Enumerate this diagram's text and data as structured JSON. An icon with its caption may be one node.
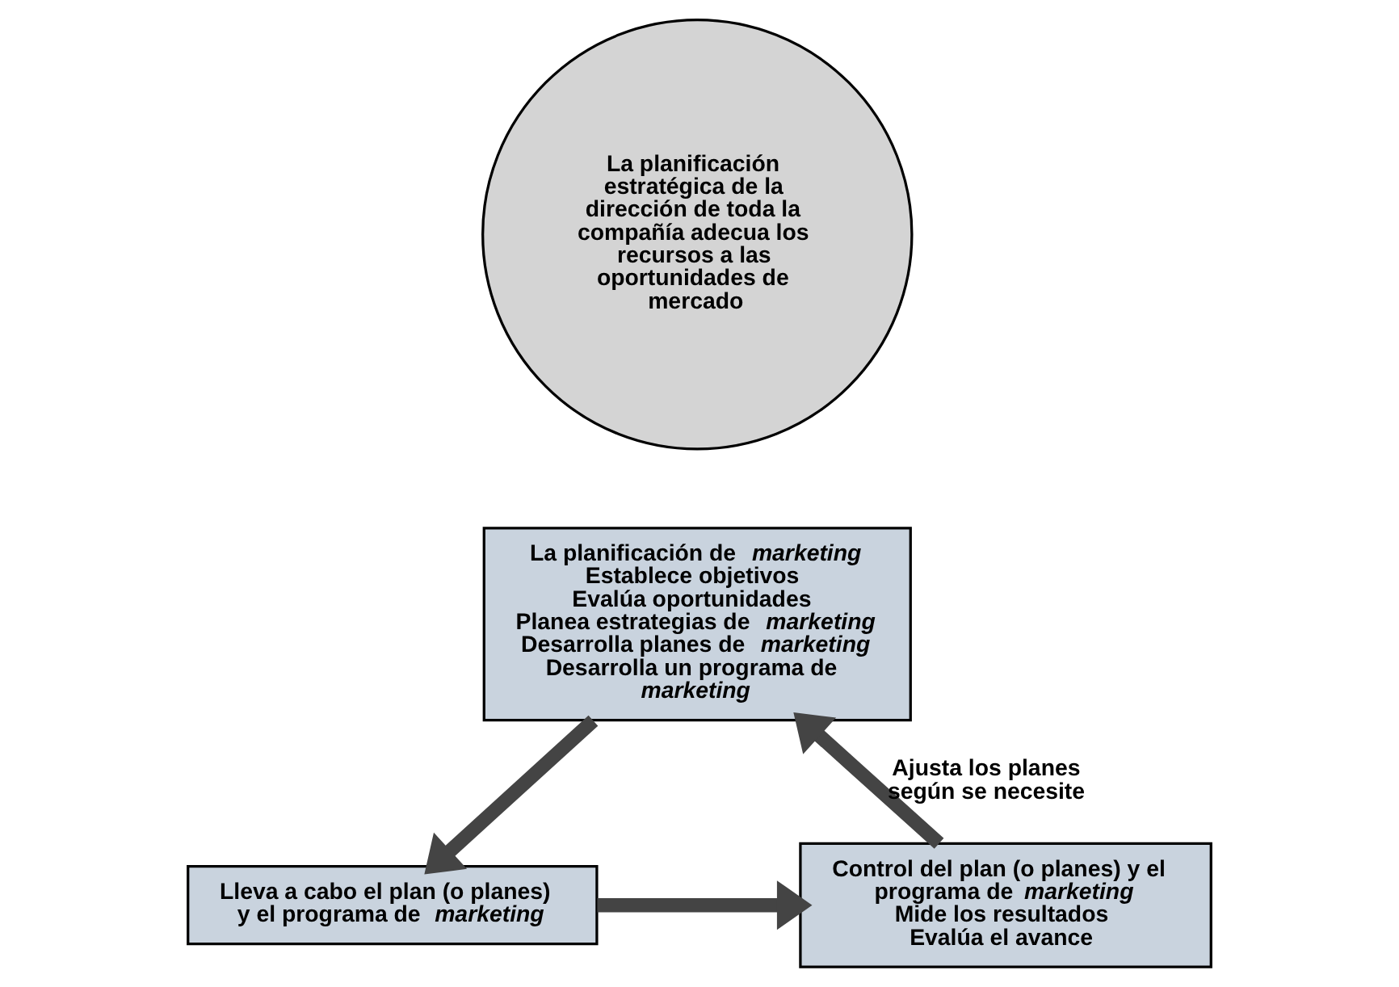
{
  "diagram": {
    "nodes": [
      {
        "text": [
          "La planificación estratégica de la dirección de toda la compañía adecua los recursos a las oportunidades de mercado"
        ]
      },
      {
        "text": [
          "La planificación de *marketing*",
          "Establece objetivos",
          "Evalúa oportunidades",
          "Planea estrategias de *marketing*",
          "Desarrolla planes de *marketing*",
          "Desarrolla un programa de *marketing*"
        ]
      },
      {
        "text": [
          "Lleva a cabo el plan (o planes) y el programa de *marketing*"
        ]
      },
      {
        "text": [
          "Control del plan (o planes) y el programa de *marketing*",
          "Mide los resultados",
          "Evalúa el avance"
        ]
      }
    ],
    "edges": [
      {
        "from": 1,
        "to": 2,
        "arrow": "to"
      },
      {
        "from": 2,
        "to": 3,
        "arrow": "to"
      },
      {
        "from": 3,
        "to": 1,
        "arrow": "to",
        "label": "Ajusta los planes según se necesite"
      }
    ]
  }
}
